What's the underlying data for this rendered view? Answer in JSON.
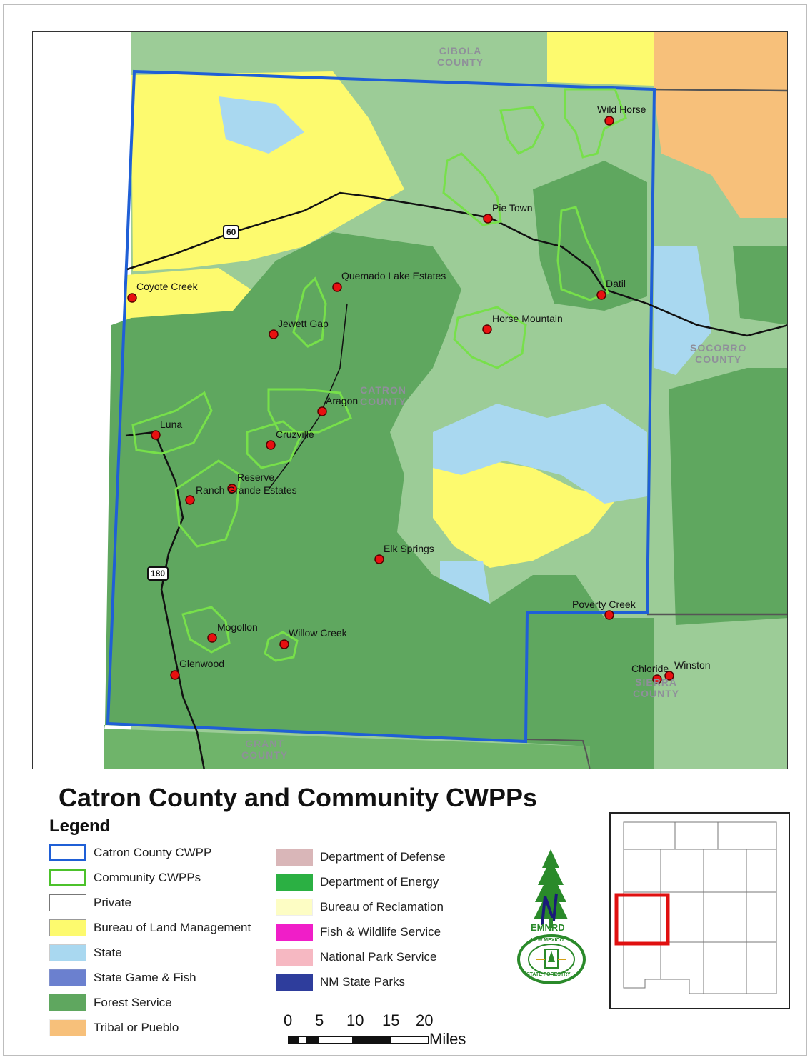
{
  "title": "Catron County and Community CWPPs",
  "colors": {
    "forest_service": "#5fa75f",
    "private_background": "#9ccc97",
    "blm": "#fdfa6e",
    "state": "#a9d8f0",
    "tribal": "#f7c07a",
    "catron_boundary": "#1f5fd6",
    "community_cwpp": "#77e04a",
    "roads": "#111111",
    "town_marker": "#e81010"
  },
  "map": {
    "counties": {
      "cibola": "CIBOLA\nCOUNTY",
      "catron": "CATRON\nCOUNTY",
      "socorro": "SOCORRO\nCOUNTY",
      "sierra": "SIERRA\nCOUNTY",
      "grant": "GRANT\nCOUNTY"
    },
    "highways": {
      "us60": "60",
      "us180": "180"
    },
    "places": {
      "wild_horse": "Wild Horse",
      "pie_town": "Pie Town",
      "datil": "Datil",
      "coyote_creek": "Coyote Creek",
      "quemado_lake": "Quemado Lake Estates",
      "jewett_gap": "Jewett Gap",
      "horse_mountain": "Horse Mountain",
      "aragon": "Aragon",
      "luna": "Luna",
      "cruzville": "Cruzville",
      "reserve": "Reserve",
      "ranch_grande": "Ranch Grande Estates",
      "elk_springs": "Elk Springs",
      "poverty_creek": "Poverty Creek",
      "mogollon": "Mogollon",
      "willow_creek": "Willow Creek",
      "glenwood": "Glenwood",
      "chloride": "Chloride",
      "winston": "Winston"
    }
  },
  "legend": {
    "title": "Legend",
    "col1": [
      {
        "label": "Catron County CWPP",
        "fill": "#ffffff",
        "border": "#1f5fd6"
      },
      {
        "label": "Community CWPPs",
        "fill": "#ffffff",
        "border": "#4cc22b"
      },
      {
        "label": "Private",
        "fill": "#ffffff",
        "border": "#777777"
      },
      {
        "label": "Bureau of Land Management",
        "fill": "#fdfa6e",
        "border": "#999999"
      },
      {
        "label": "State",
        "fill": "#a9d8f0",
        "border": "#cccccc"
      },
      {
        "label": "State Game & Fish",
        "fill": "#6b80cf",
        "border": "#8090cc"
      },
      {
        "label": "Forest Service",
        "fill": "#5fa75f",
        "border": "#5fa75f"
      },
      {
        "label": "Tribal or Pueblo",
        "fill": "#f7c07a",
        "border": "#eeeeee"
      }
    ],
    "col2": [
      {
        "label": "Department of Defense",
        "fill": "#d9b6b8",
        "border": "#d9b6b8"
      },
      {
        "label": "Department of Energy",
        "fill": "#2bb043",
        "border": "#2bb043"
      },
      {
        "label": "Bureau of Reclamation",
        "fill": "#fdfdc4",
        "border": "#eeeeee"
      },
      {
        "label": "Fish & Wildlife Service",
        "fill": "#f01ec8",
        "border": "#f01ec8"
      },
      {
        "label": "National Park Service",
        "fill": "#f6b8c2",
        "border": "#f6b8c2"
      },
      {
        "label": "NM State Parks",
        "fill": "#2e3d9c",
        "border": "#2e3d9c"
      }
    ]
  },
  "scale": {
    "ticks": [
      "0",
      "5",
      "10",
      "15",
      "20"
    ],
    "unit": "Miles"
  },
  "logo": {
    "agency": "EMNRD",
    "ring_top": "NEW MEXICO",
    "ring_bottom": "STATE FORESTRY"
  }
}
